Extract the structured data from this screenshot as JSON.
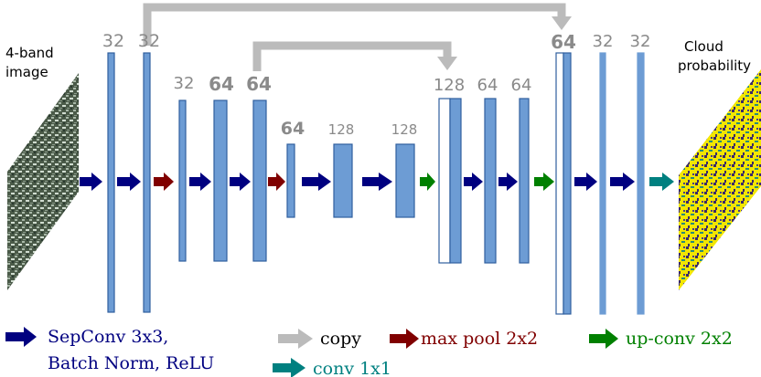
{
  "input_label": {
    "line1": "4-band",
    "line2": "image"
  },
  "output_label": {
    "line1": "Cloud",
    "line2": "probability"
  },
  "channels": [
    "32",
    "32",
    "32",
    "64",
    "64",
    "64",
    "128",
    "128",
    "128",
    "64",
    "64",
    "64",
    "32",
    "32"
  ],
  "legend": {
    "sepconv_line1": "SepConv 3x3,",
    "sepconv_line2": "Batch Norm, ReLU",
    "copy": "copy",
    "maxpool": "max pool 2x2",
    "upconv": "up-conv 2x2",
    "conv1x1": "conv 1x1"
  },
  "colors": {
    "sepconv": "#000080",
    "maxpool": "#800000",
    "upconv": "#008000",
    "conv1x1": "#008080",
    "copy": "#bbbbbb",
    "layer_fill": "#6d9cd4",
    "layer_stroke": "#2f5f9e"
  }
}
